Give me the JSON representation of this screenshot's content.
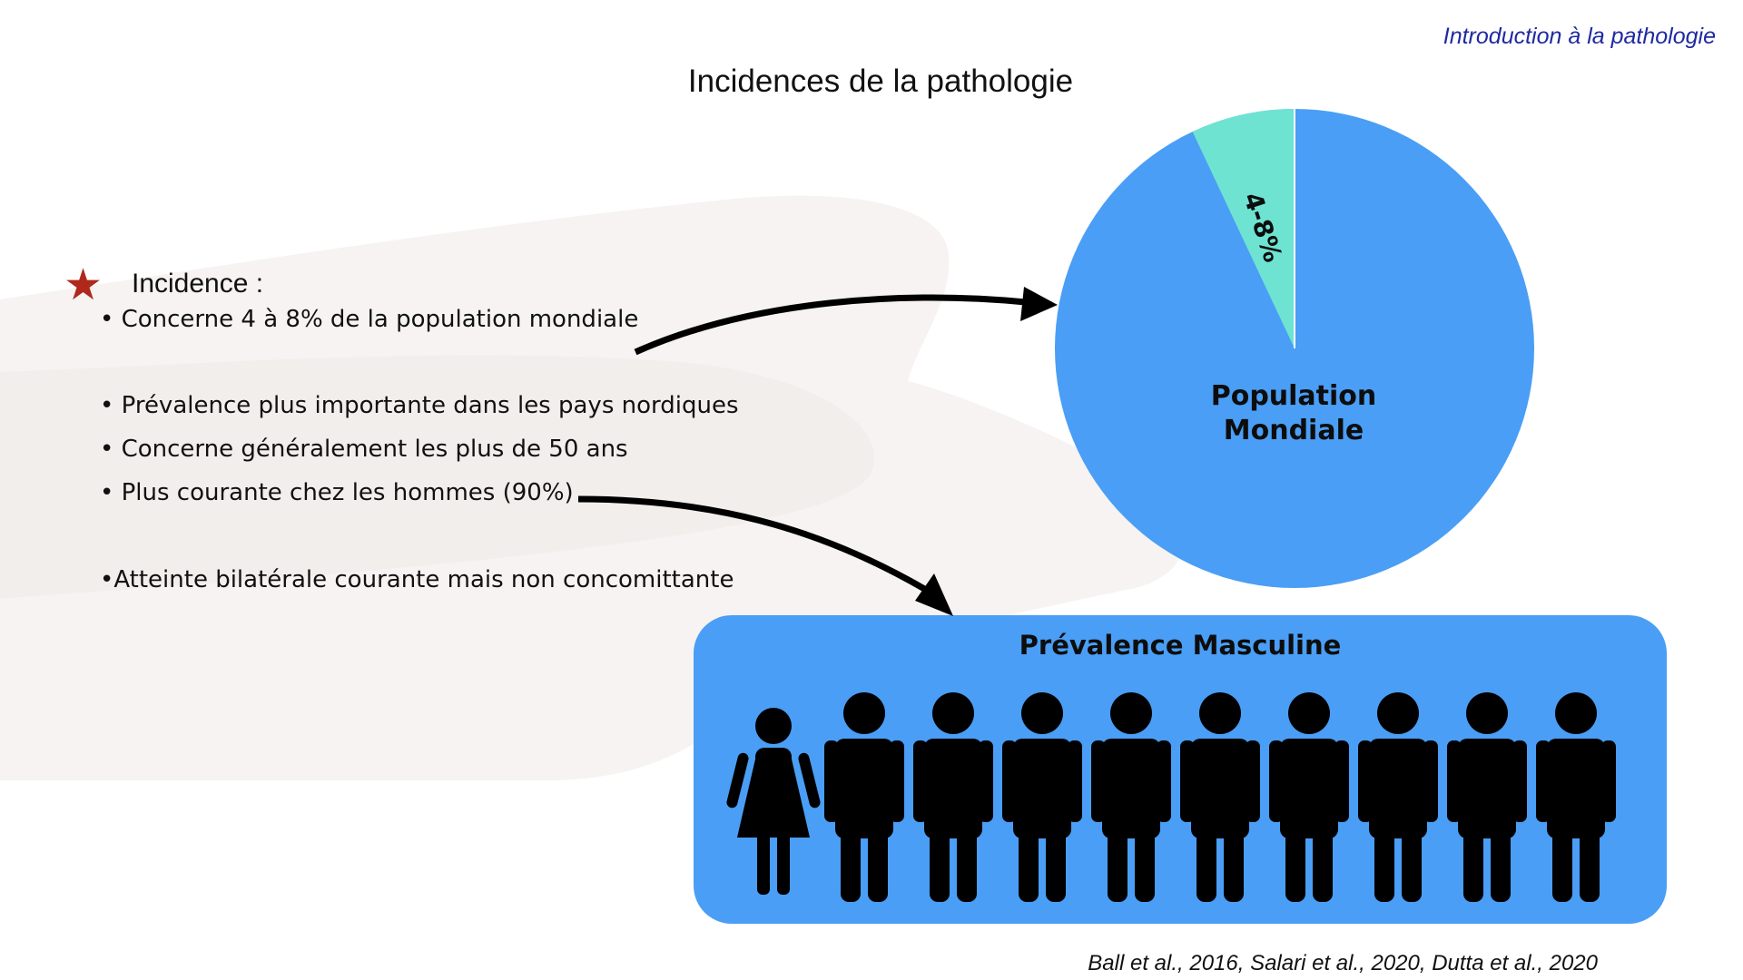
{
  "header": {
    "section_tag": "Introduction à la pathologie",
    "title": "Incidences de la pathologie"
  },
  "incidence": {
    "heading": "Incidence :",
    "bullets": [
      "• Concerne 4 à 8% de la population mondiale",
      "• Prévalence plus importante dans les pays nordiques",
      "• Concerne généralement les plus de 50 ans",
      "• Plus courante chez les hommes (90%)",
      "•Atteinte bilatérale courante mais non concomittante"
    ]
  },
  "pie": {
    "label": "Population Mondiale",
    "slice_label": "4-8%",
    "slice_fraction": 0.07,
    "colors": {
      "main": "#4a9ef5",
      "slice": "#6ee3d2"
    }
  },
  "male_prevalence": {
    "title": "Prévalence Masculine",
    "women": 1,
    "men": 9,
    "figure_color": "#000000"
  },
  "citation": "Ball et al., 2016, Salari et al., 2020, Dutta et al., 2020",
  "colors": {
    "star": "#b0281c",
    "tag": "#1f2aa0",
    "panel": "#4a9ef5"
  }
}
